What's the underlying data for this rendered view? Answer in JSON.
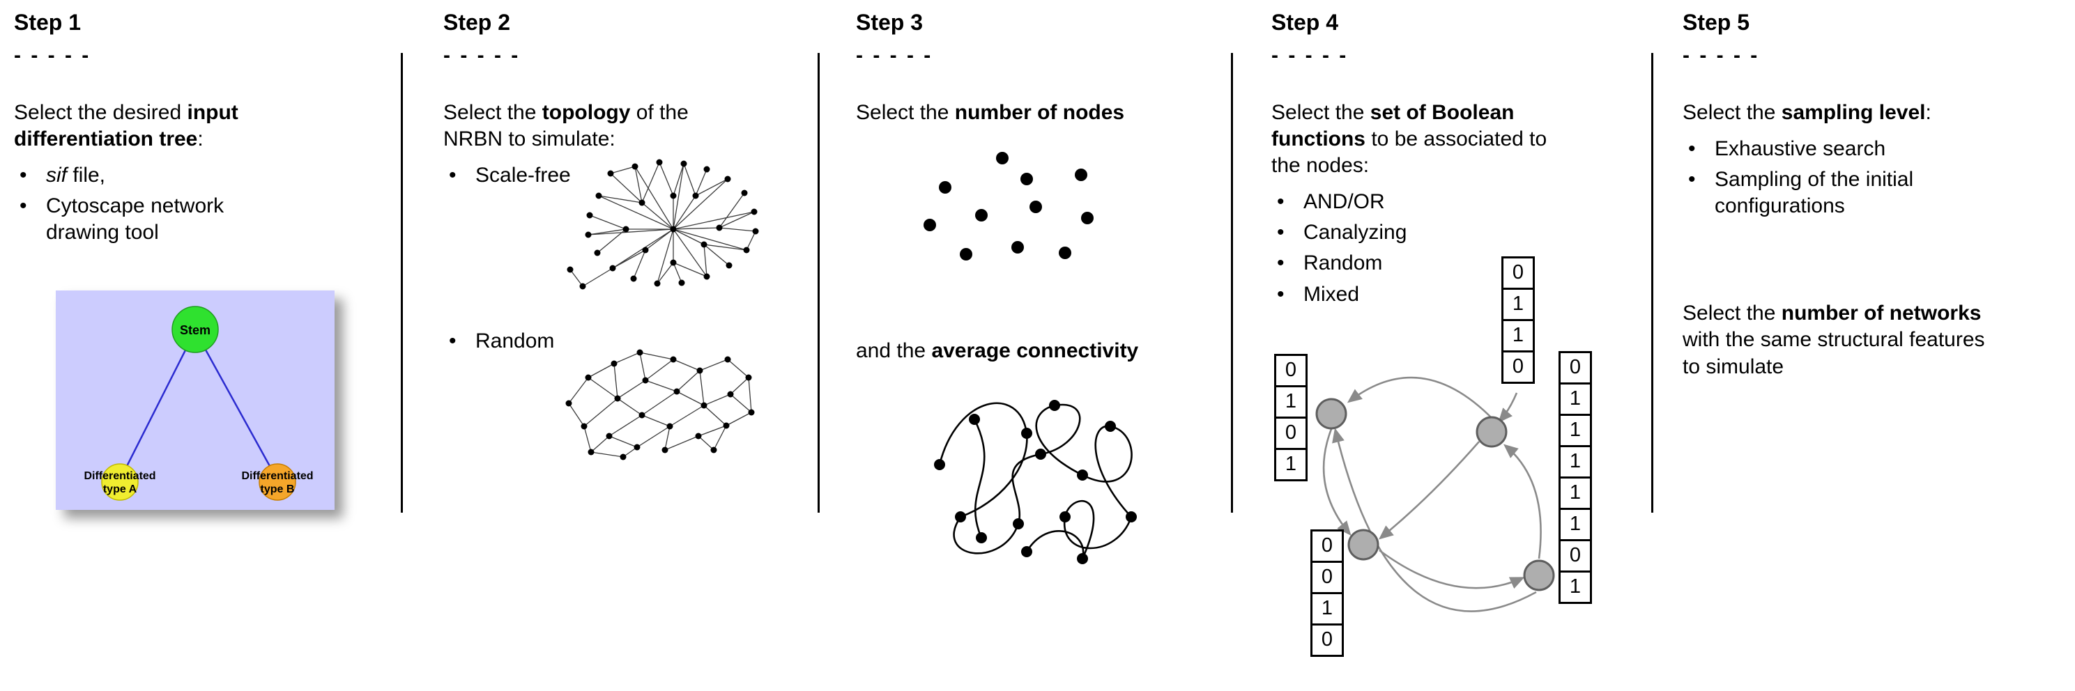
{
  "figure": {
    "colors": {
      "tree_bg": "#ccccfe",
      "stem_green": "#2fe12f",
      "type_a_yellow": "#f0ed30",
      "type_b_orange": "#f5a62a",
      "boolean_node_gray": "#aeaeae"
    }
  },
  "steps": [
    {
      "title": "Step 1",
      "dashes": "- - - - -",
      "intro": {
        "pre": "Select the desired ",
        "bold": "input differentiation tree",
        "post": ":"
      },
      "bullets": [
        {
          "italic": "sif",
          "text": " file,"
        },
        {
          "text": "Cytoscape network drawing tool"
        }
      ],
      "tree": {
        "stem": "Stem",
        "type_a_line1": "Differentiated",
        "type_a_line2": "type A",
        "type_b_line1": "Differentiated",
        "type_b_line2": "type B"
      }
    },
    {
      "title": "Step 2",
      "dashes": "- - - - -",
      "intro": {
        "pre": "Select the ",
        "bold": "topology",
        "post": " of the NRBN to simulate:"
      },
      "bullets": [
        {
          "text": "Scale-free"
        },
        {
          "text": "Random"
        }
      ]
    },
    {
      "title": "Step 3",
      "dashes": "- - - - -",
      "text1": {
        "pre": "Select the ",
        "bold": "number of nodes",
        "post": ""
      },
      "text2": {
        "pre": "and the ",
        "bold": "average connectivity",
        "post": ""
      }
    },
    {
      "title": "Step 4",
      "dashes": "- - - - -",
      "intro": {
        "pre": "Select the ",
        "bold": "set of Boolean functions",
        "post": " to be associated to the nodes:"
      },
      "bullets": [
        {
          "text": "AND/OR"
        },
        {
          "text": "Canalyzing"
        },
        {
          "text": "Random"
        },
        {
          "text": "Mixed"
        }
      ],
      "truth_tables": {
        "left": [
          "0",
          "1",
          "0",
          "1"
        ],
        "top_right": [
          "0",
          "1",
          "1",
          "0"
        ],
        "bottom_left": [
          "0",
          "0",
          "1",
          "0"
        ],
        "right": [
          "0",
          "1",
          "1",
          "1",
          "1",
          "1",
          "0",
          "1"
        ]
      }
    },
    {
      "title": "Step 5",
      "dashes": "- - - - -",
      "intro": {
        "pre": "Select the ",
        "bold": "sampling level",
        "post": ":"
      },
      "bullets": [
        {
          "text": "Exhaustive search"
        },
        {
          "text": "Sampling of the initial configurations"
        }
      ],
      "outro": {
        "pre": "Select the ",
        "bold": "number of networks",
        "post": " with the same structural features to simulate"
      }
    }
  ]
}
